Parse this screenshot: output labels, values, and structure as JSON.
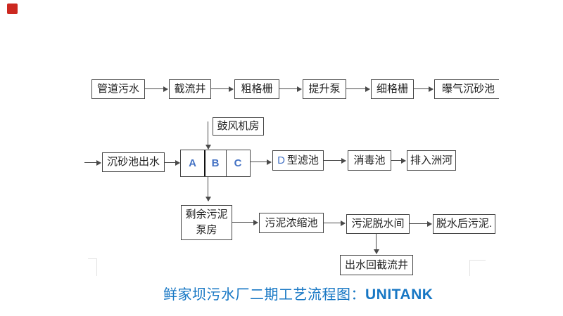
{
  "marker": {
    "color": "#CC2820"
  },
  "flowchart": {
    "line_color": "#4a4a4a",
    "letter_color": "#4472C4",
    "row1": [
      {
        "label": "管道污水"
      },
      {
        "label": "截流井"
      },
      {
        "label": "粗格栅"
      },
      {
        "label": "提升泵"
      },
      {
        "label": "细格栅"
      },
      {
        "label": "曝气沉砂池"
      }
    ],
    "row2": {
      "inlet": "沉砂池出水",
      "unitank_cells": [
        "A",
        "B",
        "C"
      ],
      "blower": "鼓风机房",
      "filter_letter": "D",
      "filter_rest": "型滤池",
      "disinfection": "消毒池",
      "discharge": "排入洲河"
    },
    "row3": {
      "sludge_pump_line1": "剩余污泥",
      "sludge_pump_line2": "泵房",
      "thickener": "污泥浓缩池",
      "dewatering": "污泥脱水间",
      "dewatered": "脱水后污泥."
    },
    "row4": {
      "return_well": "出水回截流井"
    }
  },
  "caption": {
    "cn": "鲜家坝污水厂二期工艺流程图：",
    "en": "UNITANK",
    "color": "#1777C4"
  }
}
